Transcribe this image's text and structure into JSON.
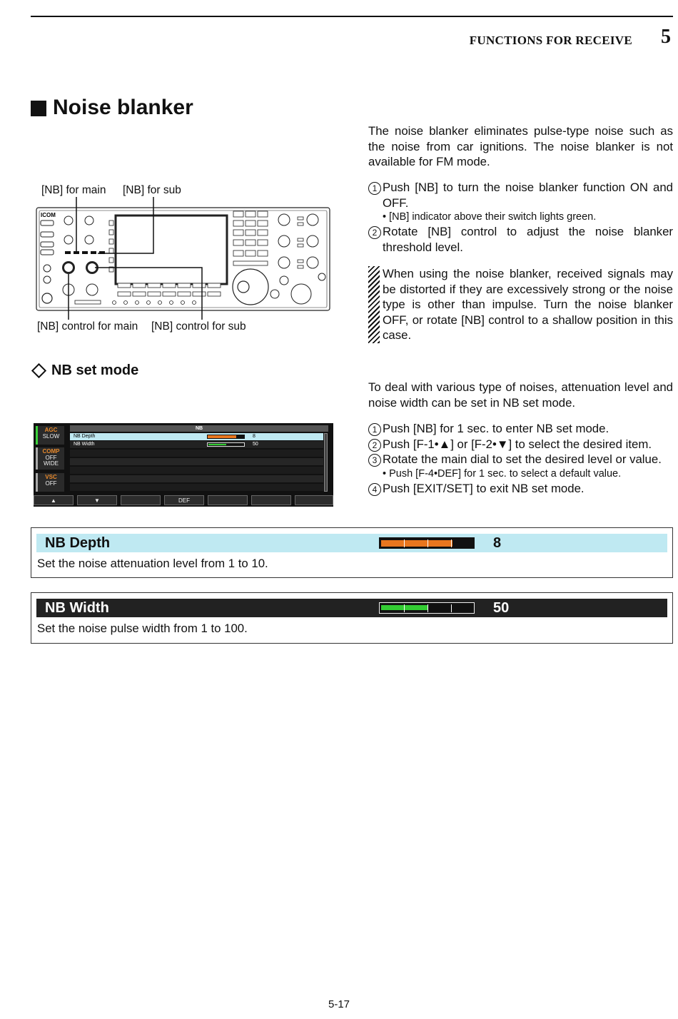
{
  "header": {
    "section": "FUNCTIONS FOR RECEIVE",
    "chapter": "5"
  },
  "title": "Noise blanker",
  "intro": "The noise blanker eliminates pulse-type noise such as the noise from car ignitions. The noise blanker is not available for FM mode.",
  "steps1": [
    {
      "num": "1",
      "text": "Push [NB] to turn the noise blanker function ON and OFF."
    },
    {
      "num": "2",
      "text": "Rotate [NB] control to adjust the noise blanker threshold level."
    }
  ],
  "steps1_bullet": "• [NB] indicator above their switch lights green.",
  "note": "When using the noise blanker, received signals may be distorted if they are excessively strong or the noise type is other than impulse. Turn the noise blanker OFF, or rotate [NB] control to a shallow position in this case.",
  "diagram": {
    "brand": "ICOM",
    "label_nb_main": "[NB] for main",
    "label_nb_sub": "[NB] for sub",
    "label_ctrl_main": "[NB] control  for main",
    "label_ctrl_sub": "[NB] control  for sub"
  },
  "subtitle": "NB set mode",
  "intro2": "To deal with various type of noises, attenuation level and noise width can be set in NB set mode.",
  "steps2": [
    {
      "num": "1",
      "text": "Push [NB] for 1 sec. to enter NB set mode."
    },
    {
      "num": "2",
      "text": "Push [F-1•▲] or [F-2•▼] to select the desired item."
    },
    {
      "num": "3",
      "text": "Rotate the main dial to set the desired level or value."
    },
    {
      "num": "4",
      "text": "Push [EXIT/SET] to exit NB set mode."
    }
  ],
  "steps2_bullet": "• Push [F-4•DEF] for 1 sec. to select a default value.",
  "screen": {
    "title": "NB",
    "side": [
      {
        "key": "AGC",
        "sub": "SLOW"
      },
      {
        "key": "COMP",
        "sub": "OFF",
        "sub2": "WIDE"
      },
      {
        "key": "VSC",
        "sub": "OFF"
      }
    ],
    "rows": [
      {
        "name": "NB  Depth",
        "value": "8"
      },
      {
        "name": "NB  Width",
        "value": "50"
      }
    ],
    "fkeys": [
      "▲",
      "▼",
      "",
      "DEF",
      "",
      "",
      ""
    ]
  },
  "items": [
    {
      "name": "NB  Depth",
      "value": "8",
      "level": 0.8,
      "color": "#e8761e",
      "bar_bg": "#bfe9f2",
      "desc": "Set the noise attenuation level from 1 to 10."
    },
    {
      "name": "NB  Width",
      "value": "50",
      "level": 0.5,
      "color": "#33cc33",
      "bar_bg": "#222222",
      "desc": "Set the noise pulse width from 1 to 100."
    }
  ],
  "page_number": "5-17"
}
